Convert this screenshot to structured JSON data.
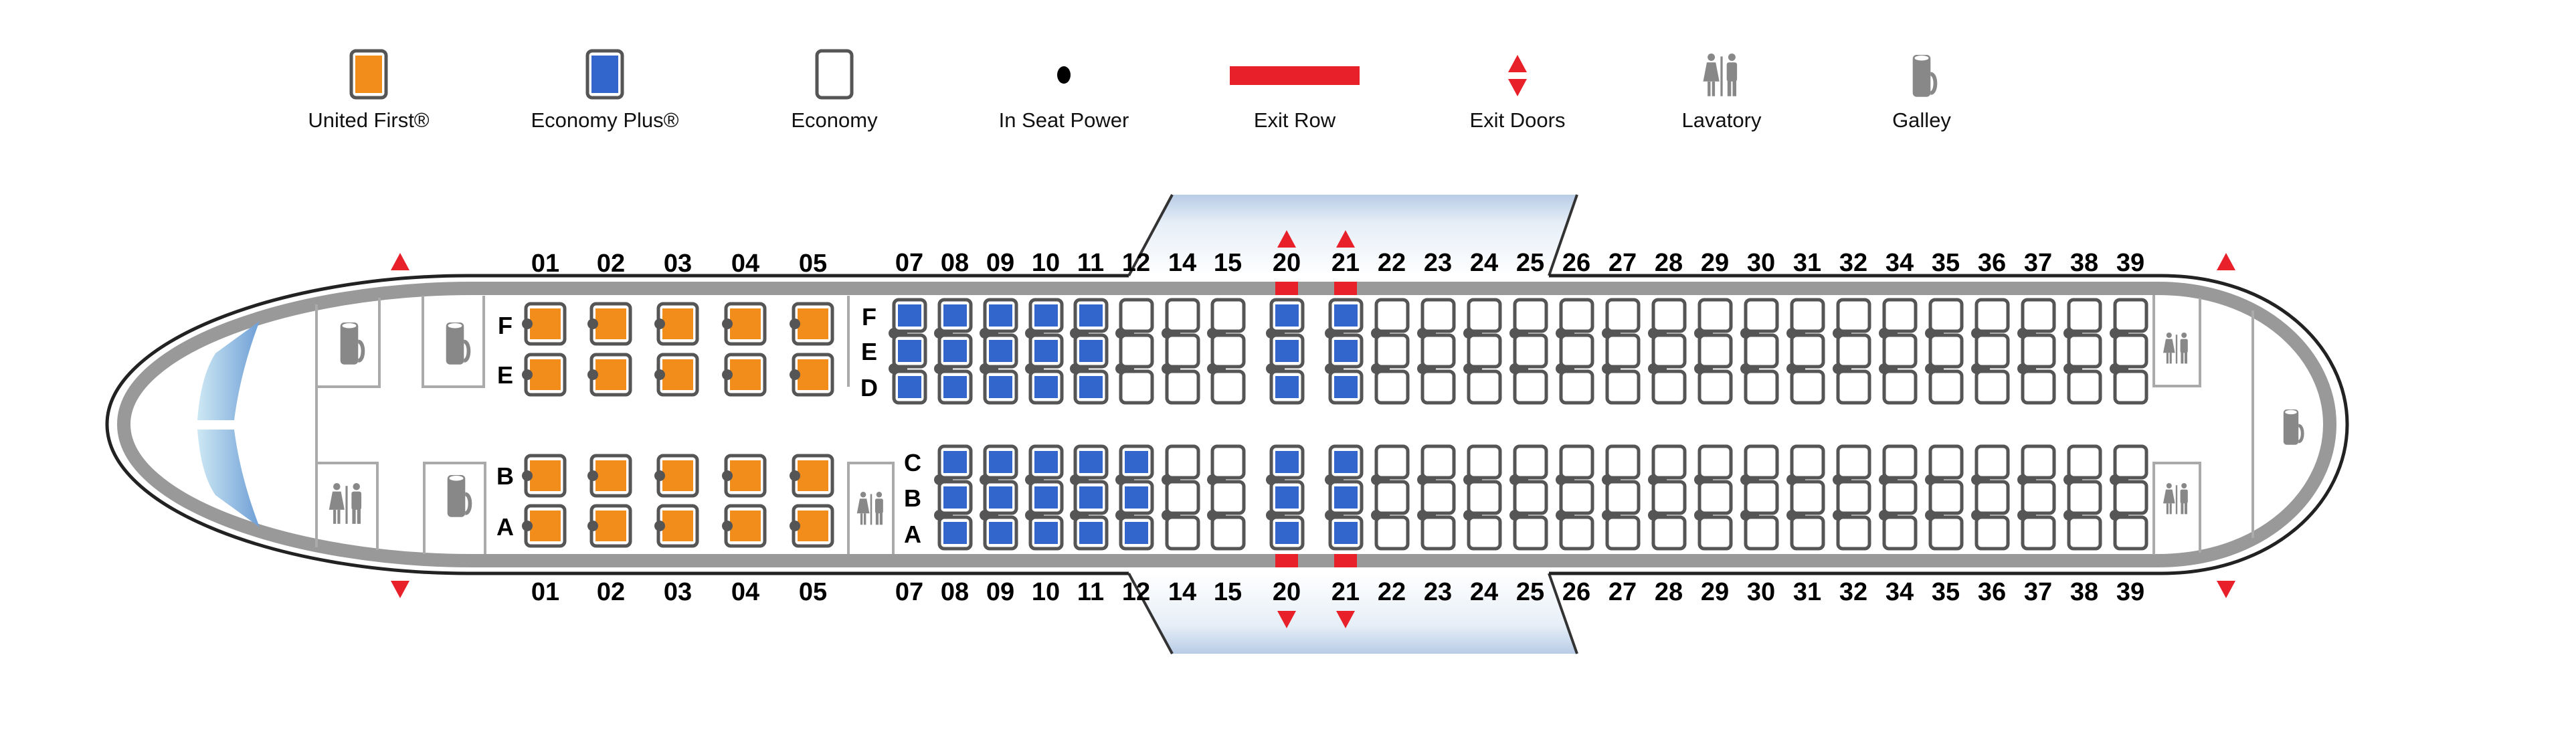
{
  "legend": [
    {
      "key": "united-first",
      "label": "United First®",
      "icon": "orange-seat-icon"
    },
    {
      "key": "economy-plus",
      "label": "Economy Plus®",
      "icon": "blue-seat-icon"
    },
    {
      "key": "economy",
      "label": "Economy",
      "icon": "white-seat-icon"
    },
    {
      "key": "power",
      "label": "In Seat Power",
      "icon": "power-dot-icon"
    },
    {
      "key": "exit-row",
      "label": "Exit Row",
      "icon": "exit-row-bar-icon"
    },
    {
      "key": "exit-doors",
      "label": "Exit Doors",
      "icon": "exit-door-arrows-icon"
    },
    {
      "key": "lavatory",
      "label": "Lavatory",
      "icon": "lavatory-icon"
    },
    {
      "key": "galley",
      "label": "Galley",
      "icon": "galley-mug-icon"
    }
  ],
  "colors": {
    "first": "#f28c1a",
    "plus": "#3366cc",
    "exit": "#e8202a",
    "fuselage": "#999999",
    "seat_outline": "#555555",
    "power": "#555555"
  },
  "first_class": {
    "rows": [
      "01",
      "02",
      "03",
      "04",
      "05"
    ],
    "upper_letters": [
      "F",
      "E"
    ],
    "lower_letters": [
      "B",
      "A"
    ]
  },
  "economy": {
    "rows": [
      "07",
      "08",
      "09",
      "10",
      "11",
      "12",
      "14",
      "15",
      "20",
      "21",
      "22",
      "23",
      "24",
      "25",
      "26",
      "27",
      "28",
      "29",
      "30",
      "31",
      "32",
      "34",
      "35",
      "36",
      "37",
      "38",
      "39"
    ],
    "upper_letters": [
      "F",
      "E",
      "D"
    ],
    "lower_letters": [
      "C",
      "B",
      "A"
    ],
    "upper_plus_rows": [
      "07",
      "08",
      "09",
      "10",
      "11",
      "20",
      "21"
    ],
    "lower_plus_rows": [
      "08",
      "09",
      "10",
      "11",
      "12",
      "20",
      "21"
    ],
    "lower_missing_rows": [
      "07"
    ],
    "exit_rows": [
      "20",
      "21"
    ]
  }
}
